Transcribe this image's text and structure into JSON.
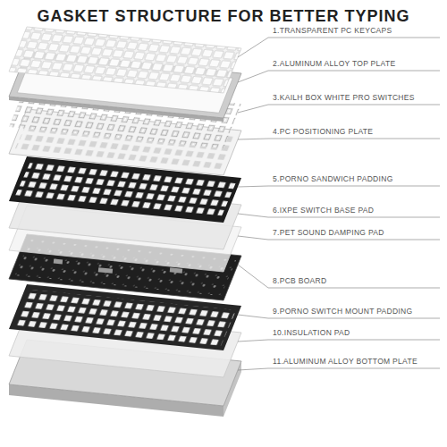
{
  "diagram": {
    "title": "GASKET STRUCTURE FOR BETTER TYPING",
    "labels": [
      "1.TRANSPARENT PC KEYCAPS",
      "2.ALUMINUM ALLOY TOP PLATE",
      "3.KAILH BOX WHITE PRO SWITCHES",
      "4.PC POSITIONING PLATE",
      "5.PORNO SANDWICH PADDING",
      "6.IXPE SWITCH BASE PAD",
      "7.PET SOUND DAMPING PAD",
      "8.PCB BOARD",
      "9.PORNO SWITCH MOUNT PADDING",
      "10.INSULATION PAD",
      "11.ALUMINUM ALLOY BOTTOM PLATE"
    ]
  }
}
